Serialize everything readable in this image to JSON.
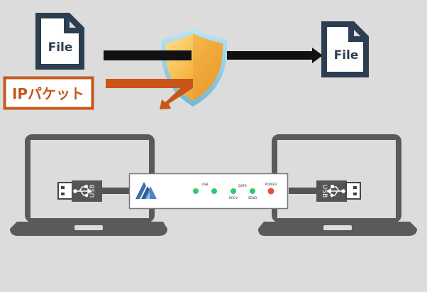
{
  "top_flow": {
    "source_file_label": "File",
    "dest_file_label": "File",
    "ip_packet_label": "IPパケット"
  },
  "device": {
    "led_labels": {
      "usb": "USB",
      "data": "DATA",
      "recv": "RECV",
      "send": "SEND",
      "power": "POWER"
    }
  },
  "usb_connectors": {
    "left_label": "USB",
    "right_label": "USB"
  },
  "colors": {
    "background": "#dcdcdc",
    "file_icon": "#2c3e50",
    "arrow_black": "#111111",
    "arrow_orange": "#c8561a",
    "shield_gold": "#f5b747",
    "laptop": "#5a5a5a",
    "led_green": "#2ecc71",
    "led_red": "#e74c3c"
  }
}
